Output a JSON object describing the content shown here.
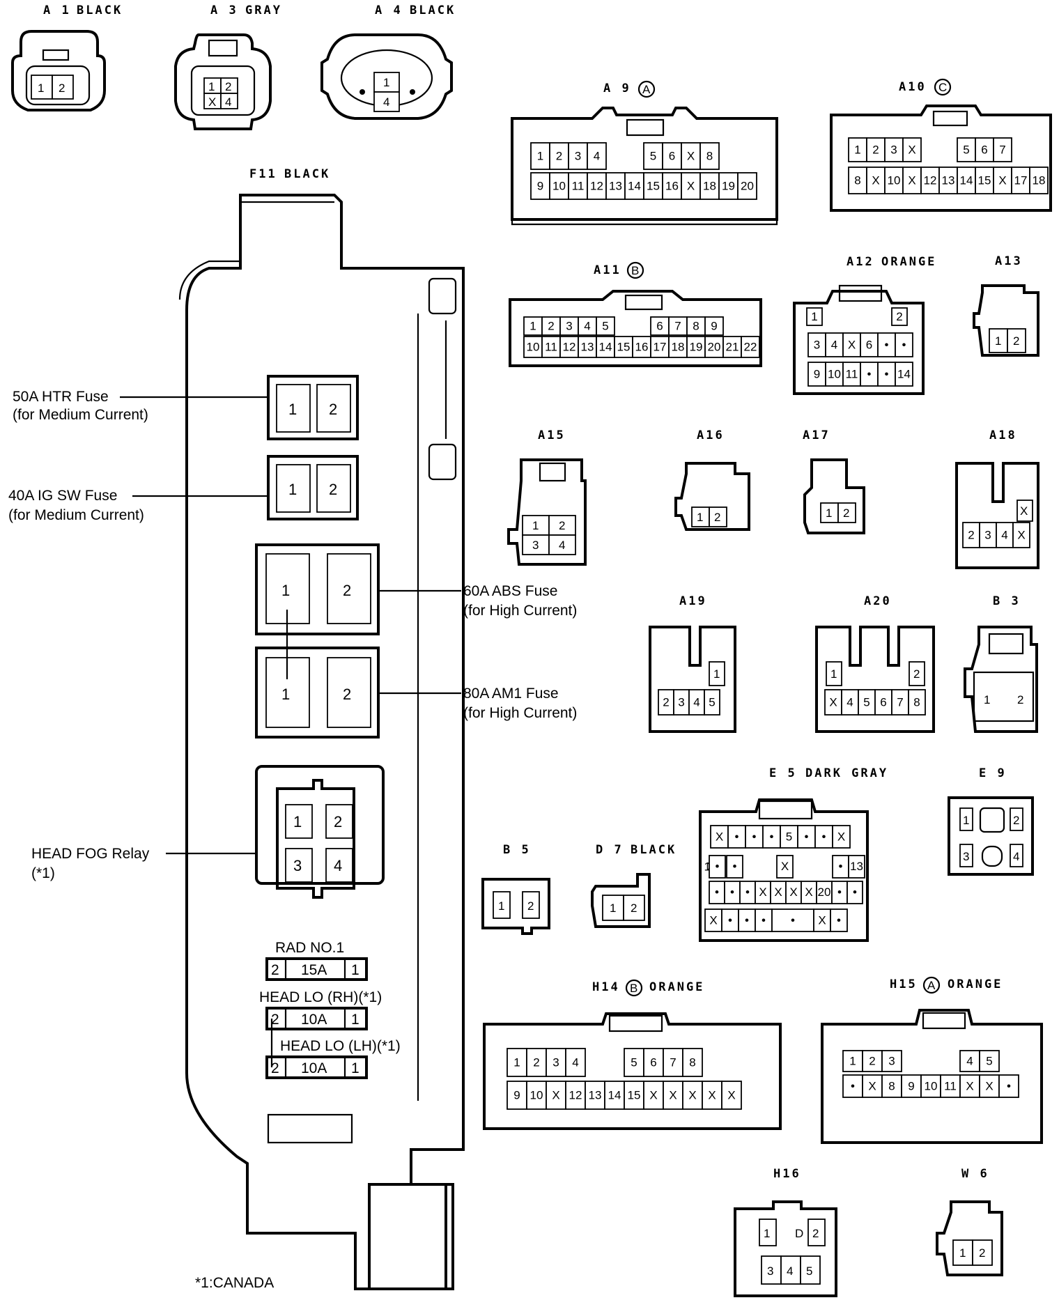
{
  "colors": {
    "ink": "#000000",
    "paper": "#ffffff"
  },
  "connectors": {
    "a1": {
      "id": "A 1",
      "color": "BLACK",
      "pins": [
        "1",
        "2"
      ]
    },
    "a3": {
      "id": "A 3",
      "color": "GRAY",
      "pins": [
        "1",
        "2",
        "X",
        "4"
      ]
    },
    "a4": {
      "id": "A 4",
      "color": "BLACK",
      "pins": [
        "1",
        "4"
      ]
    },
    "a9": {
      "id": "A 9",
      "variant": "A",
      "row1": [
        "1",
        "2",
        "3",
        "4",
        "",
        "",
        "5",
        "6",
        "X",
        "8"
      ],
      "row2": [
        "9",
        "10",
        "11",
        "12",
        "13",
        "14",
        "15",
        "16",
        "X",
        "18",
        "19",
        "20"
      ]
    },
    "a10": {
      "id": "A10",
      "variant": "C",
      "row1": [
        "1",
        "2",
        "3",
        "X",
        "",
        "",
        "5",
        "6",
        "7"
      ],
      "row2": [
        "8",
        "X",
        "10",
        "X",
        "12",
        "13",
        "14",
        "15",
        "X",
        "17",
        "18"
      ]
    },
    "a11": {
      "id": "A11",
      "variant": "B",
      "row1": [
        "1",
        "2",
        "3",
        "4",
        "5",
        "",
        "",
        "6",
        "7",
        "8",
        "9"
      ],
      "row2": [
        "10",
        "11",
        "12",
        "13",
        "14",
        "15",
        "16",
        "17",
        "18",
        "19",
        "20",
        "21",
        "22"
      ]
    },
    "a12": {
      "id": "A12",
      "color": "ORANGE",
      "row0": [
        "1",
        "2"
      ],
      "row1": [
        "3",
        "4",
        "X",
        "6",
        "•",
        "•"
      ],
      "row2": [
        "9",
        "10",
        "11",
        "•",
        "•",
        "14"
      ]
    },
    "a13": {
      "id": "A13",
      "pins": [
        "1",
        "2"
      ]
    },
    "a15": {
      "id": "A15",
      "pins": [
        "1",
        "2",
        "3",
        "4"
      ]
    },
    "a16": {
      "id": "A16",
      "pins": [
        "1",
        "2"
      ]
    },
    "a17": {
      "id": "A17",
      "pins": [
        "1",
        "2"
      ]
    },
    "a18": {
      "id": "A18",
      "top": [
        "X"
      ],
      "pins": [
        "2",
        "3",
        "4",
        "X"
      ]
    },
    "a19": {
      "id": "A19",
      "top": [
        "1"
      ],
      "pins": [
        "2",
        "3",
        "4",
        "5"
      ]
    },
    "a20": {
      "id": "A20",
      "top": [
        "1",
        "2"
      ],
      "pins": [
        "X",
        "4",
        "5",
        "6",
        "7",
        "8"
      ]
    },
    "b3": {
      "id": "B 3",
      "pins": [
        "1",
        "2"
      ]
    },
    "b5": {
      "id": "B 5",
      "pins": [
        "1",
        "2"
      ]
    },
    "d7": {
      "id": "D 7",
      "color": "BLACK",
      "pins": [
        "1",
        "2"
      ]
    },
    "e5": {
      "id": "E 5",
      "color": "DARK GRAY",
      "row1": [
        "X",
        "•",
        "•",
        "•",
        "5",
        "•",
        "•",
        "X"
      ],
      "row2": [
        "•",
        "•",
        "X",
        "•",
        "13"
      ],
      "row3": [
        "•",
        "•",
        "•",
        "X",
        "X",
        "X",
        "X",
        "20",
        "•",
        "•"
      ],
      "row4": [
        "X",
        "•",
        "•",
        "•",
        "•",
        "X",
        "•"
      ]
    },
    "e9": {
      "id": "E 9",
      "pins": [
        "1",
        "2",
        "3",
        "4"
      ]
    },
    "h14": {
      "id": "H14",
      "variant": "B",
      "color": "ORANGE",
      "row1": [
        "1",
        "2",
        "3",
        "4",
        "",
        "",
        "5",
        "6",
        "7",
        "8"
      ],
      "row2": [
        "9",
        "10",
        "X",
        "12",
        "13",
        "14",
        "15",
        "X",
        "X",
        "X",
        "X",
        "X"
      ]
    },
    "h15": {
      "id": "H15",
      "variant": "A",
      "color": "ORANGE",
      "row1": [
        "1",
        "2",
        "3",
        "",
        "",
        "",
        "4",
        "5"
      ],
      "row2": [
        "•",
        "X",
        "8",
        "9",
        "10",
        "11",
        "X",
        "X",
        "•"
      ]
    },
    "h16": {
      "id": "H16",
      "pins": [
        "1",
        "D",
        "2",
        "3",
        "4",
        "5"
      ]
    },
    "w6": {
      "id": "W 6",
      "pins": [
        "1",
        "2"
      ]
    }
  },
  "fuse_block": {
    "id": "F11",
    "color": "BLACK",
    "fuses": [
      {
        "label": "50A HTR Fuse",
        "sub": "(for Medium Current)",
        "pins": [
          "1",
          "2"
        ]
      },
      {
        "label": "40A IG SW Fuse",
        "sub": "(for Medium Current)",
        "pins": [
          "1",
          "2"
        ]
      },
      {
        "label": "60A ABS Fuse",
        "sub": "(for High Current)",
        "pins": [
          "1",
          "2"
        ]
      },
      {
        "label": "80A AM1 Fuse",
        "sub": "(for High Current)",
        "pins": [
          "1",
          "2"
        ]
      }
    ],
    "relay": {
      "label": "HEAD FOG Relay",
      "sub": "(*1)",
      "pins": [
        "1",
        "2",
        "3",
        "4"
      ]
    },
    "mini_fuses": [
      {
        "name": "RAD NO.1",
        "pins": [
          "2",
          "15A",
          "1"
        ]
      },
      {
        "name": "HEAD LO (RH)(*1)",
        "pins": [
          "2",
          "10A",
          "1"
        ]
      },
      {
        "name": "HEAD LO (LH)(*1)",
        "pins": [
          "2",
          "10A",
          "1"
        ]
      }
    ]
  },
  "footnote": "*1:CANADA"
}
